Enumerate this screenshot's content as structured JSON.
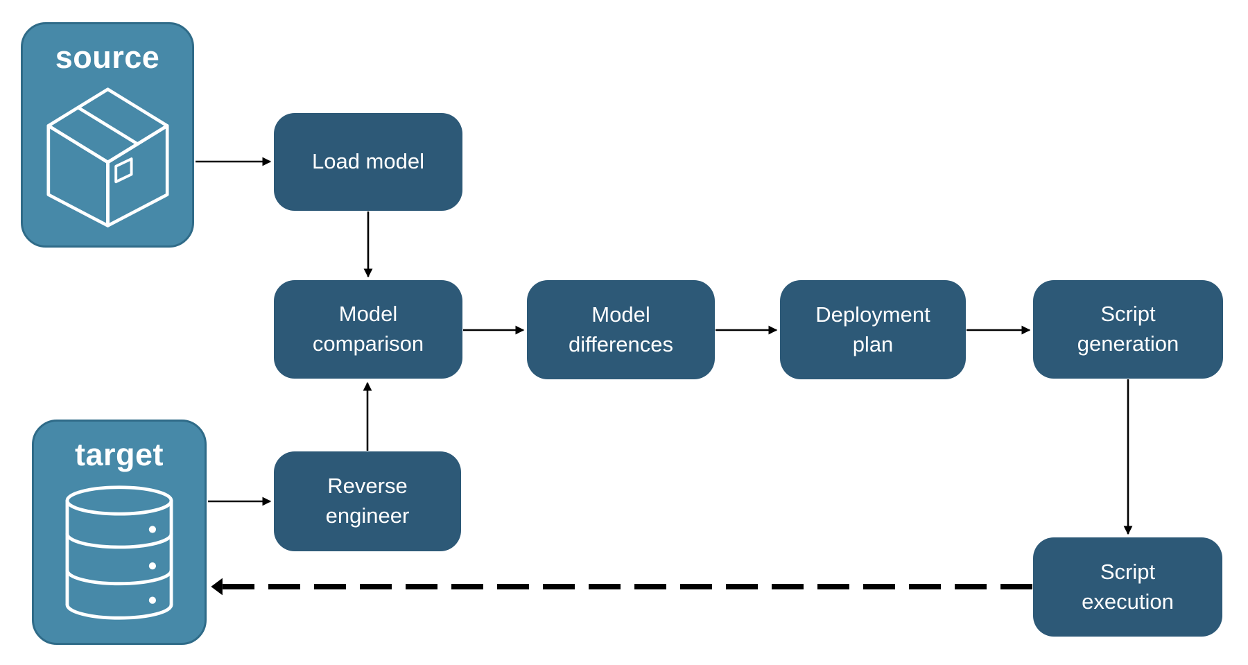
{
  "diagram": {
    "nodes": {
      "source": {
        "label": "source",
        "kind": "endpoint",
        "icon": "package-icon"
      },
      "target": {
        "label": "target",
        "kind": "endpoint",
        "icon": "database-icon"
      },
      "load_model": {
        "label": "Load model",
        "kind": "process"
      },
      "model_comparison": {
        "label": "Model comparison",
        "kind": "process"
      },
      "model_differences": {
        "label": "Model differences",
        "kind": "process"
      },
      "deployment_plan": {
        "label": "Deployment plan",
        "kind": "process"
      },
      "script_generation": {
        "label": "Script generation",
        "kind": "process"
      },
      "reverse_engineer": {
        "label": "Reverse engineer",
        "kind": "process"
      },
      "script_execution": {
        "label": "Script execution",
        "kind": "process"
      }
    },
    "connectors": [
      {
        "from": "source",
        "to": "load_model",
        "style": "solid"
      },
      {
        "from": "load_model",
        "to": "model_comparison",
        "style": "solid"
      },
      {
        "from": "model_comparison",
        "to": "model_differences",
        "style": "solid"
      },
      {
        "from": "model_differences",
        "to": "deployment_plan",
        "style": "solid"
      },
      {
        "from": "deployment_plan",
        "to": "script_generation",
        "style": "solid"
      },
      {
        "from": "script_generation",
        "to": "script_execution",
        "style": "solid"
      },
      {
        "from": "reverse_engineer",
        "to": "model_comparison",
        "style": "solid"
      },
      {
        "from": "target",
        "to": "reverse_engineer",
        "style": "solid"
      },
      {
        "from": "script_execution",
        "to": "target",
        "style": "dashed"
      }
    ],
    "colors": {
      "process_fill": "#2D5977",
      "endpoint_fill": "#4789A8",
      "endpoint_border": "#2F6B88",
      "label_text": "#FFFFFF",
      "connector": "#000000",
      "background": "#FFFFFF"
    }
  }
}
